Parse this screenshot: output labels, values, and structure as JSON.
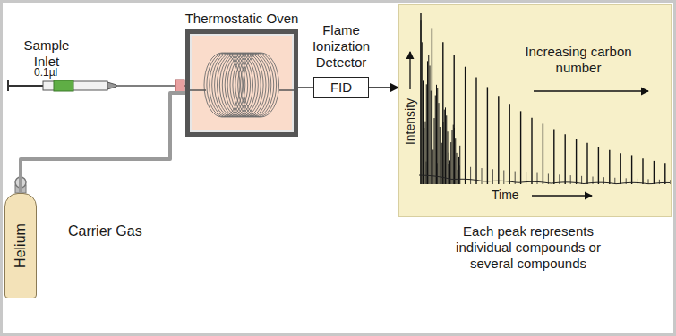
{
  "diagram": {
    "nodes": [
      {
        "text": [
          "Helium"
        ]
      },
      {
        "text": [
          "Thermostatic Oven"
        ]
      },
      {
        "text": [
          "Flame Ionization Detector",
          "FID"
        ]
      },
      {
        "text": [
          "Intensity",
          "Increasing carbon number",
          "Time"
        ]
      }
    ],
    "edges": [
      {
        "from": 0,
        "to": 1,
        "arrow": "none"
      },
      {
        "from": 1,
        "to": 2,
        "arrow": "none"
      },
      {
        "from": 2,
        "to": 3,
        "arrow": "to"
      }
    ],
    "labels": [
      "Sample Inlet",
      "0.1µl",
      "Carrier Gas",
      "Each peak represents individual compounds or several compounds"
    ]
  }
}
